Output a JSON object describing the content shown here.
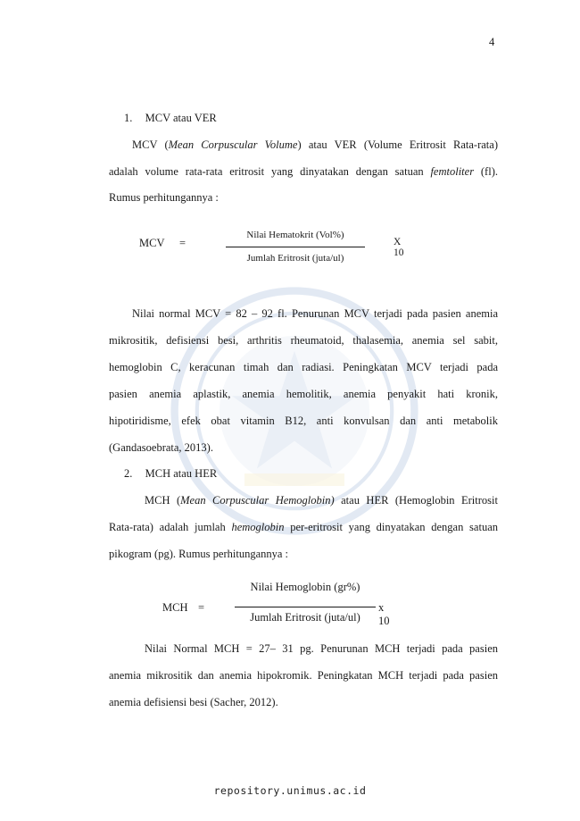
{
  "page": {
    "number": "4",
    "footer": "repository.unimus.ac.id"
  },
  "section1": {
    "num": "1.",
    "heading": "MCV  atau VER",
    "para1": {
      "l1_a": "MCV (",
      "l1_b": "Mean Corpuscular Volume",
      "l1_c": ") atau VER (Volume Eritrosit Rata-rata)",
      "l2_a": "adalah volume rata-rata eritrosit yang dinyatakan dengan satuan ",
      "l2_b": "femtoliter",
      "l2_c": " (fl).",
      "l3": "Rumus perhitungannya :"
    },
    "formula": {
      "lhs": "MCV",
      "eq": "=",
      "numerator": "Nilai Hematokrit (Vol%)",
      "denominator": "Jumlah Eritrosit (juta/ul)",
      "multiplier": "X 10"
    },
    "para2": {
      "l1": "Nilai normal  MCV = 82 – 92 fl. Penurunan MCV terjadi pada pasien anemia",
      "l2": "mikrositik, defisiensi besi, arthritis rheumatoid, thalasemia, anemia sel sabit,",
      "l3": "hemoglobin C, keracunan timah dan radiasi. Peningkatan MCV terjadi pada",
      "l4": "pasien anemia aplastik, anemia hemolitik, anemia penyakit hati kronik,",
      "l5": "hipotiridisme, efek obat vitamin B12, anti konvulsan dan anti metabolik",
      "l6": "(Gandasoebrata, 2013)."
    }
  },
  "section2": {
    "num": "2.",
    "heading": "MCH atau HER",
    "para1": {
      "l1_a": "MCH (",
      "l1_b": "Mean Corpuscular Hemoglobin)",
      "l1_c": " atau HER (Hemoglobin Eritrosit",
      "l2_a": "Rata-rata) adalah jumlah ",
      "l2_b": "hemoglobin",
      "l2_c": " per-eritrosit yang dinyatakan dengan satuan",
      "l3": "pikogram (pg). Rumus perhitungannya :"
    },
    "formula": {
      "lhs": "MCH",
      "eq": "=",
      "numerator": "Nilai Hemoglobin (gr%)",
      "denominator": "Jumlah Eritrosit (juta/ul)",
      "multiplier": "x 10"
    },
    "para2": {
      "l1": "Nilai Normal MCH = 27– 31 pg. Penurunan MCH terjadi pada pasien",
      "l2": "anemia mikrositik dan anemia hipokromik. Peningkatan MCH terjadi pada pasien",
      "l3": "anemia defisiensi besi (Sacher, 2012)."
    }
  }
}
